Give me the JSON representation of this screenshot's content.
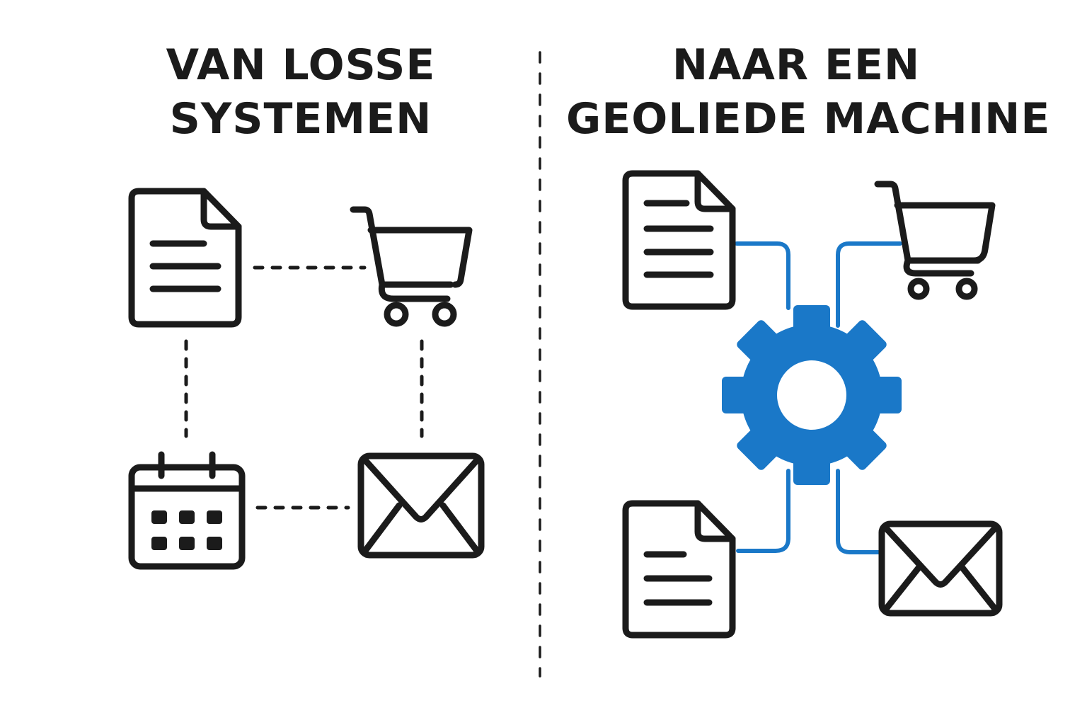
{
  "left": {
    "title_line1": "VAN LOSSE",
    "title_line2": "SYSTEMEN"
  },
  "right": {
    "title_line1": "NAAR EEN",
    "title_line2": "GEOLIEDE MACHINE"
  },
  "colors": {
    "ink": "#1b1b1b",
    "accent": "#1a78c8",
    "background": "#ffffff"
  },
  "icons": {
    "left": [
      "document-icon",
      "shopping-cart-icon",
      "calendar-icon",
      "envelope-icon"
    ],
    "right": [
      "document-icon",
      "shopping-cart-icon",
      "gear-icon",
      "document-icon",
      "envelope-icon"
    ]
  }
}
